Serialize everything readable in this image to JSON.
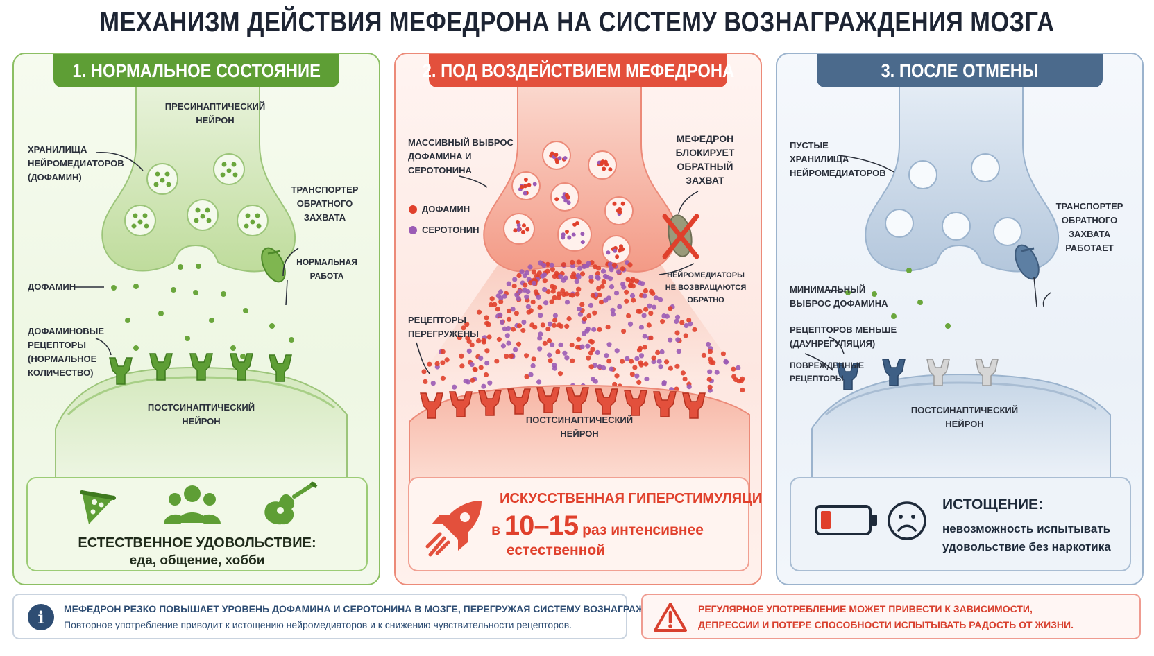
{
  "title": "МЕХАНИЗМ ДЕЙСТВИЯ МЕФЕДРОНА НА СИСТЕМУ ВОЗНАГРАЖДЕНИЯ МОЗГА",
  "colors": {
    "green": "#5e9e35",
    "red": "#e3503c",
    "blue": "#4b6a8c",
    "dopamine": "#e0402c",
    "serotonin": "#9b5bb5"
  },
  "panel1": {
    "header": "1. НОРМАЛЬНОЕ СОСТОЯНИЕ",
    "presynaptic_l1": "ПРЕСИНАПТИЧЕСКИЙ",
    "presynaptic_l2": "НЕЙРОН",
    "storage_l1": "ХРАНИЛИЩА",
    "storage_l2": "НЕЙРОМЕДИАТОРОВ",
    "storage_l3": "(ДОФАМИН)",
    "transporter_l1": "ТРАНСПОРТЕР",
    "transporter_l2": "ОБРАТНОГО",
    "transporter_l3": "ЗАХВАТА",
    "normal_l1": "НОРМАЛЬНАЯ",
    "normal_l2": "РАБОТА",
    "dopamine": "ДОФАМИН",
    "receptors_l1": "ДОФАМИНОВЫЕ",
    "receptors_l2": "РЕЦЕПТОРЫ",
    "receptors_l3": "(НОРМАЛЬНОЕ",
    "receptors_l4": "КОЛИЧЕСТВО)",
    "postsynaptic_l1": "ПОСТСИНАПТИЧЕСКИЙ",
    "postsynaptic_l2": "НЕЙРОН",
    "icons": [
      "pizza-icon",
      "people-icon",
      "guitar-icon"
    ],
    "bottom_title": "ЕСТЕСТВЕННОЕ УДОВОЛЬСТВИЕ:",
    "bottom_sub": "еда, общение, хобби"
  },
  "panel2": {
    "header": "2. ПОД ВОЗДЕЙСТВИЕМ МЕФЕДРОНА",
    "release_l1": "МАССИВНЫЙ ВЫБРОС",
    "release_l2": "ДОФАМИНА И",
    "release_l3": "СЕРОТОНИНА",
    "legend_dopamine": "ДОФАМИН",
    "legend_serotonin": "СЕРОТОНИН",
    "blocks_l1": "МЕФЕДРОН",
    "blocks_l2": "БЛОКИРУЕТ",
    "blocks_l3": "ОБРАТНЫЙ",
    "blocks_l4": "ЗАХВАТ",
    "noreturn_l1": "НЕЙРОМЕДИАТОРЫ",
    "noreturn_l2": "НЕ ВОЗВРАЩАЮТСЯ",
    "noreturn_l3": "ОБРАТНО",
    "overload_l1": "РЕЦЕПТОРЫ",
    "overload_l2": "ПЕРЕГРУЖЕНЫ",
    "postsynaptic_l1": "ПОСТСИНАПТИЧЕСКИЙ",
    "postsynaptic_l2": "НЕЙРОН",
    "icon": "rocket-icon",
    "bottom_title": "ИСКУССТВЕННАЯ ГИПЕРСТИМУЛЯЦИЯ:",
    "bottom_prefix": "в",
    "bottom_number": "10–15",
    "bottom_suffix": "раз интенсивнее",
    "bottom_line2": "естественной"
  },
  "panel3": {
    "header": "3. ПОСЛЕ ОТМЕНЫ",
    "empty_l1": "ПУСТЫЕ",
    "empty_l2": "ХРАНИЛИЩА",
    "empty_l3": "НЕЙРОМЕДИАТОРОВ",
    "transporter_l1": "ТРАНСПОРТЕР",
    "transporter_l2": "ОБРАТНОГО",
    "transporter_l3": "ЗАХВАТА",
    "transporter_l4": "РАБОТАЕТ",
    "minimal_l1": "МИНИМАЛЬНЫЙ",
    "minimal_l2": "ВЫБРОС ДОФАМИНА",
    "fewer_l1": "РЕЦЕПТОРОВ МЕНЬШЕ",
    "fewer_l2": "(ДАУНРЕГУЛЯЦИЯ)",
    "damaged_l1": "ПОВРЕЖДЕННЫЕ",
    "damaged_l2": "РЕЦЕПТОРЫ",
    "postsynaptic_l1": "ПОСТСИНАПТИЧЕСКИЙ",
    "postsynaptic_l2": "НЕЙРОН",
    "icons": [
      "battery-low-icon",
      "sad-face-icon"
    ],
    "bottom_title": "ИСТОЩЕНИЕ:",
    "bottom_text": "невозможность испытывать удовольствие без наркотика"
  },
  "info": {
    "icon": "info-icon",
    "line1": "МЕФЕДРОН РЕЗКО ПОВЫШАЕТ УРОВЕНЬ ДОФАМИНА И СЕРОТОНИНА В МОЗГЕ, ПЕРЕГРУЖАЯ СИСТЕМУ ВОЗНАГРАЖДЕНИЯ.",
    "line2": "Повторное употребление приводит к истощению нейромедиаторов и к снижению чувствительности рецепторов."
  },
  "warning": {
    "icon": "warning-icon",
    "line1": "РЕГУЛЯРНОЕ УПОТРЕБЛЕНИЕ МОЖЕТ ПРИВЕСТИ К ЗАВИСИМОСТИ,",
    "line2": "ДЕПРЕССИИ И ПОТЕРЕ СПОСОБНОСТИ ИСПЫТЫВАТЬ РАДОСТЬ ОТ ЖИЗНИ."
  }
}
